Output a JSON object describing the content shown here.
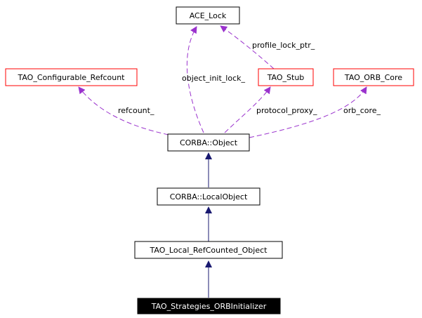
{
  "diagram": {
    "nodes": [
      {
        "id": "ace_lock",
        "label": "ACE_Lock",
        "style": "plain"
      },
      {
        "id": "tao_configurable_refcount",
        "label": "TAO_Configurable_Refcount",
        "style": "red"
      },
      {
        "id": "tao_stub",
        "label": "TAO_Stub",
        "style": "red"
      },
      {
        "id": "tao_orb_core",
        "label": "TAO_ORB_Core",
        "style": "red"
      },
      {
        "id": "corba_object",
        "label": "CORBA::Object",
        "style": "plain"
      },
      {
        "id": "corba_localobject",
        "label": "CORBA::LocalObject",
        "style": "plain"
      },
      {
        "id": "tao_local_refcounted_object",
        "label": "TAO_Local_RefCounted_Object",
        "style": "plain"
      },
      {
        "id": "tao_strategies_orbinitializer",
        "label": "TAO_Strategies_ORBInitializer",
        "style": "highlight"
      }
    ],
    "edges": [
      {
        "id": "e1",
        "from": "corba_object",
        "to": "ace_lock",
        "kind": "usage",
        "label": "object_init_lock_"
      },
      {
        "id": "e2",
        "from": "tao_stub",
        "to": "ace_lock",
        "kind": "usage",
        "label": "profile_lock_ptr_"
      },
      {
        "id": "e3",
        "from": "corba_object",
        "to": "tao_configurable_refcount",
        "kind": "usage",
        "label": "refcount_"
      },
      {
        "id": "e4",
        "from": "corba_object",
        "to": "tao_stub",
        "kind": "usage",
        "label": "protocol_proxy_"
      },
      {
        "id": "e5",
        "from": "corba_object",
        "to": "tao_orb_core",
        "kind": "usage",
        "label": "orb_core_"
      },
      {
        "id": "e6",
        "from": "corba_localobject",
        "to": "corba_object",
        "kind": "inheritance",
        "label": ""
      },
      {
        "id": "e7",
        "from": "tao_local_refcounted_object",
        "to": "corba_localobject",
        "kind": "inheritance",
        "label": ""
      },
      {
        "id": "e8",
        "from": "tao_strategies_orbinitializer",
        "to": "tao_local_refcounted_object",
        "kind": "inheritance",
        "label": ""
      }
    ],
    "colors": {
      "usage_edge": "#9a32cd",
      "inheritance_edge": "#191970",
      "red_border": "#ff0000",
      "highlight_fill": "#000000",
      "highlight_text": "#ffffff"
    }
  }
}
